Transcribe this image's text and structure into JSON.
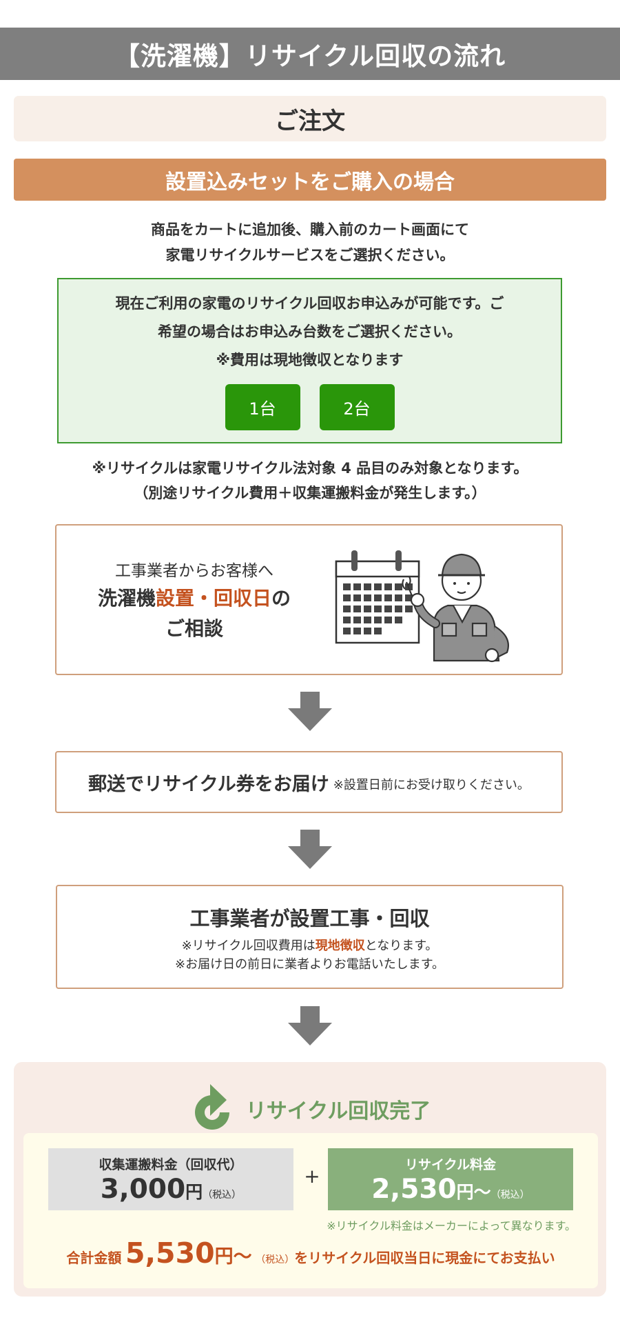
{
  "header": {
    "title": "【洗濯機】リサイクル回収の流れ"
  },
  "order": {
    "label": "ご注文"
  },
  "set_purchase": {
    "label": "設置込みセットをご購入の場合"
  },
  "cart_instruction": {
    "line1": "商品をカートに追加後、購入前のカート画面にて",
    "line2": "家電リサイクルサービスをご選択ください。"
  },
  "recycle_select": {
    "line1": "現在ご利用の家電のリサイクル回収お申込みが可能です。ご",
    "line2": "希望の場合はお申込み台数をご選択ください。",
    "line3": "※費用は現地徴収となります",
    "buttons": [
      "1台",
      "2台"
    ]
  },
  "notes": {
    "line1": "※リサイクルは家電リサイクル法対象 4 品目のみ対象となります。",
    "line2": "（別途リサイクル費用＋収集運搬料金が発生します。）"
  },
  "step1": {
    "sub": "工事業者からお客様へ",
    "main_a": "洗濯機",
    "main_b": "設置・回収日",
    "main_c": "の",
    "main_d": "ご相談"
  },
  "step2": {
    "main": "郵送でリサイクル券をお届け",
    "sub": "※設置日前にお受け取りください。"
  },
  "step3": {
    "main": "工事業者が設置工事・回収",
    "line1_a": "※リサイクル回収費用は",
    "line1_b": "現地徴収",
    "line1_c": "となります。",
    "line2": "※お届け日の前日に業者よりお電話いたします。"
  },
  "complete": {
    "title": "リサイクル回収完了",
    "collection_fee": {
      "label": "収集運搬料金（回収代）",
      "amount": "3,000",
      "unit": "円",
      "tax": "（税込）"
    },
    "plus": "+",
    "recycle_fee": {
      "label": "リサイクル料金",
      "amount": "2,530",
      "unit": "円～",
      "tax": "（税込）"
    },
    "maker_note": "※リサイクル料金はメーカーによって異なります。",
    "total": {
      "label": "合計金額",
      "amount": "5,530",
      "unit": "円～",
      "tax": "（税込）",
      "rest": "をリサイクル回収当日に現金にてお支払い"
    }
  },
  "colors": {
    "header_bg": "#7f7f7f",
    "accent_orange": "#d4905e",
    "button_green": "#2a960a",
    "highlight_orange": "#c4521f",
    "complete_green": "#6e9d60"
  }
}
